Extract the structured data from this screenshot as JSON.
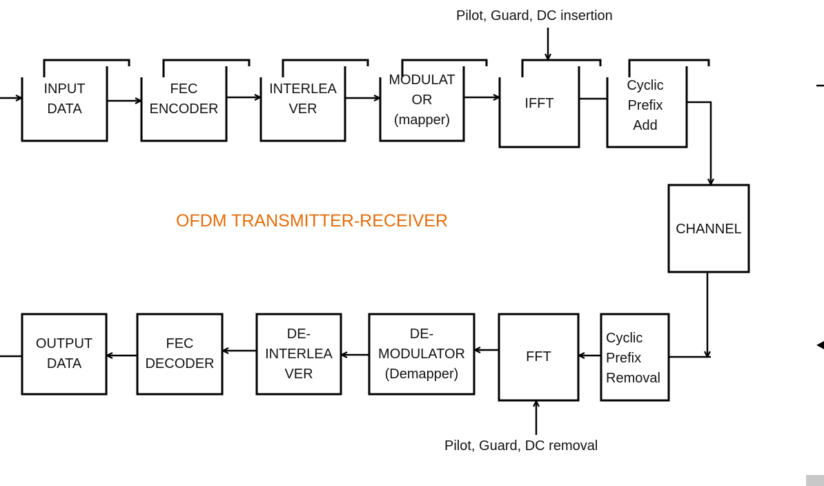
{
  "title": "OFDM TRANSMITTER-RECEIVER",
  "title_color": "#E46C0A",
  "insertion_note": "Pilot, Guard, DC insertion",
  "removal_note": "Pilot, Guard, DC removal",
  "transmitter": [
    {
      "label": "INPUT\nDATA"
    },
    {
      "label": "FEC\nENCODER"
    },
    {
      "label": "INTERLEA\nVER"
    },
    {
      "label": "MODULAT\nOR\n(mapper)"
    },
    {
      "label": "IFFT"
    },
    {
      "label": "Cyclic\nPrefix\nAdd"
    }
  ],
  "channel": "CHANNEL",
  "receiver": [
    {
      "label": "OUTPUT\nDATA"
    },
    {
      "label": "FEC\nDECODER"
    },
    {
      "label": "DE-\nINTERLEA\nVER"
    },
    {
      "label": "DE-\nMODULATOR\n(Demapper)"
    },
    {
      "label": "FFT"
    },
    {
      "label": "Cyclic\nPrefix\nRemoval"
    }
  ]
}
